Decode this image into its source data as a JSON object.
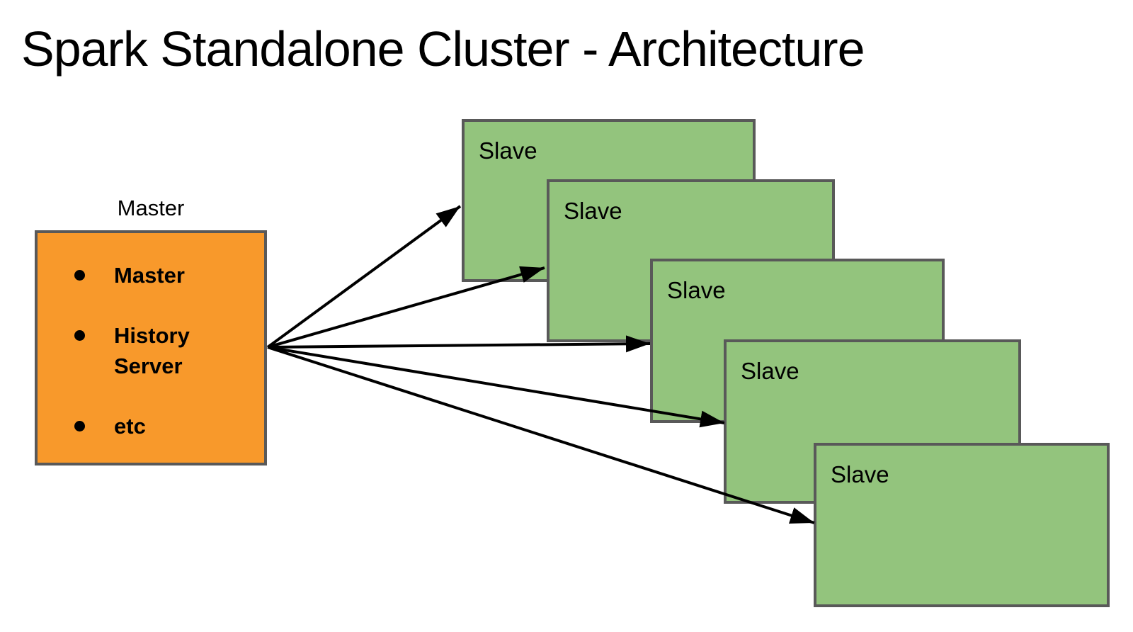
{
  "title": "Spark Standalone Cluster - Architecture",
  "master": {
    "caption": "Master",
    "items": [
      "Master",
      "History Server",
      "etc"
    ]
  },
  "slaves": [
    {
      "label": "Slave"
    },
    {
      "label": "Slave"
    },
    {
      "label": "Slave"
    },
    {
      "label": "Slave"
    },
    {
      "label": "Slave"
    }
  ],
  "connections": [
    {
      "from": "master-node",
      "to": "slave-node-1"
    },
    {
      "from": "master-node",
      "to": "slave-node-2"
    },
    {
      "from": "master-node",
      "to": "slave-node-3"
    },
    {
      "from": "master-node",
      "to": "slave-node-4"
    },
    {
      "from": "master-node",
      "to": "slave-node-5"
    }
  ],
  "colors": {
    "background": "#ffffff",
    "master_fill": "#f8992b",
    "slave_fill": "#93c47d",
    "node_border": "#595959",
    "arrow": "#000000",
    "text": "#000000"
  }
}
